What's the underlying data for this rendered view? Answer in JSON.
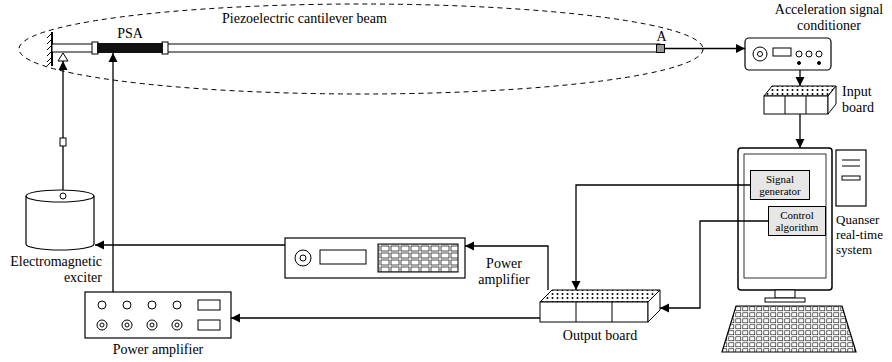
{
  "diagram": {
    "nodes": [
      {
        "text": [
          "Piezoelectric cantilever beam"
        ]
      },
      {
        "text": [
          "PSA"
        ],
        "in": 0
      },
      {
        "text": [
          "A"
        ],
        "in": 0
      },
      {
        "text": [
          "Acceleration signal conditioner"
        ]
      },
      {
        "text": [
          "Input board"
        ]
      },
      {
        "text": [
          "Quanser real-time system"
        ]
      },
      {
        "text": [
          "Signal generator"
        ],
        "in": 5
      },
      {
        "text": [
          "Control algorithm"
        ],
        "in": 5
      },
      {
        "text": [
          "Power amplifier"
        ]
      },
      {
        "text": [
          "Electromagnetic exciter"
        ]
      },
      {
        "text": [
          "Output board"
        ]
      },
      {
        "text": [
          "Power amplifier"
        ]
      }
    ],
    "edges": [
      {
        "from": 2,
        "to": 3,
        "arrow": "to"
      },
      {
        "from": 3,
        "to": 4,
        "arrow": "to"
      },
      {
        "from": 4,
        "to": 5,
        "arrow": "to"
      },
      {
        "from": 6,
        "to": 10,
        "arrow": "to"
      },
      {
        "from": 7,
        "to": 10,
        "arrow": "to"
      },
      {
        "from": 10,
        "to": 8,
        "arrow": "to"
      },
      {
        "from": 8,
        "to": 9,
        "arrow": "to"
      },
      {
        "from": 9,
        "to": 0,
        "arrow": "to"
      },
      {
        "from": 10,
        "to": 11,
        "arrow": "to"
      },
      {
        "from": 11,
        "to": 1,
        "arrow": "to"
      }
    ]
  }
}
